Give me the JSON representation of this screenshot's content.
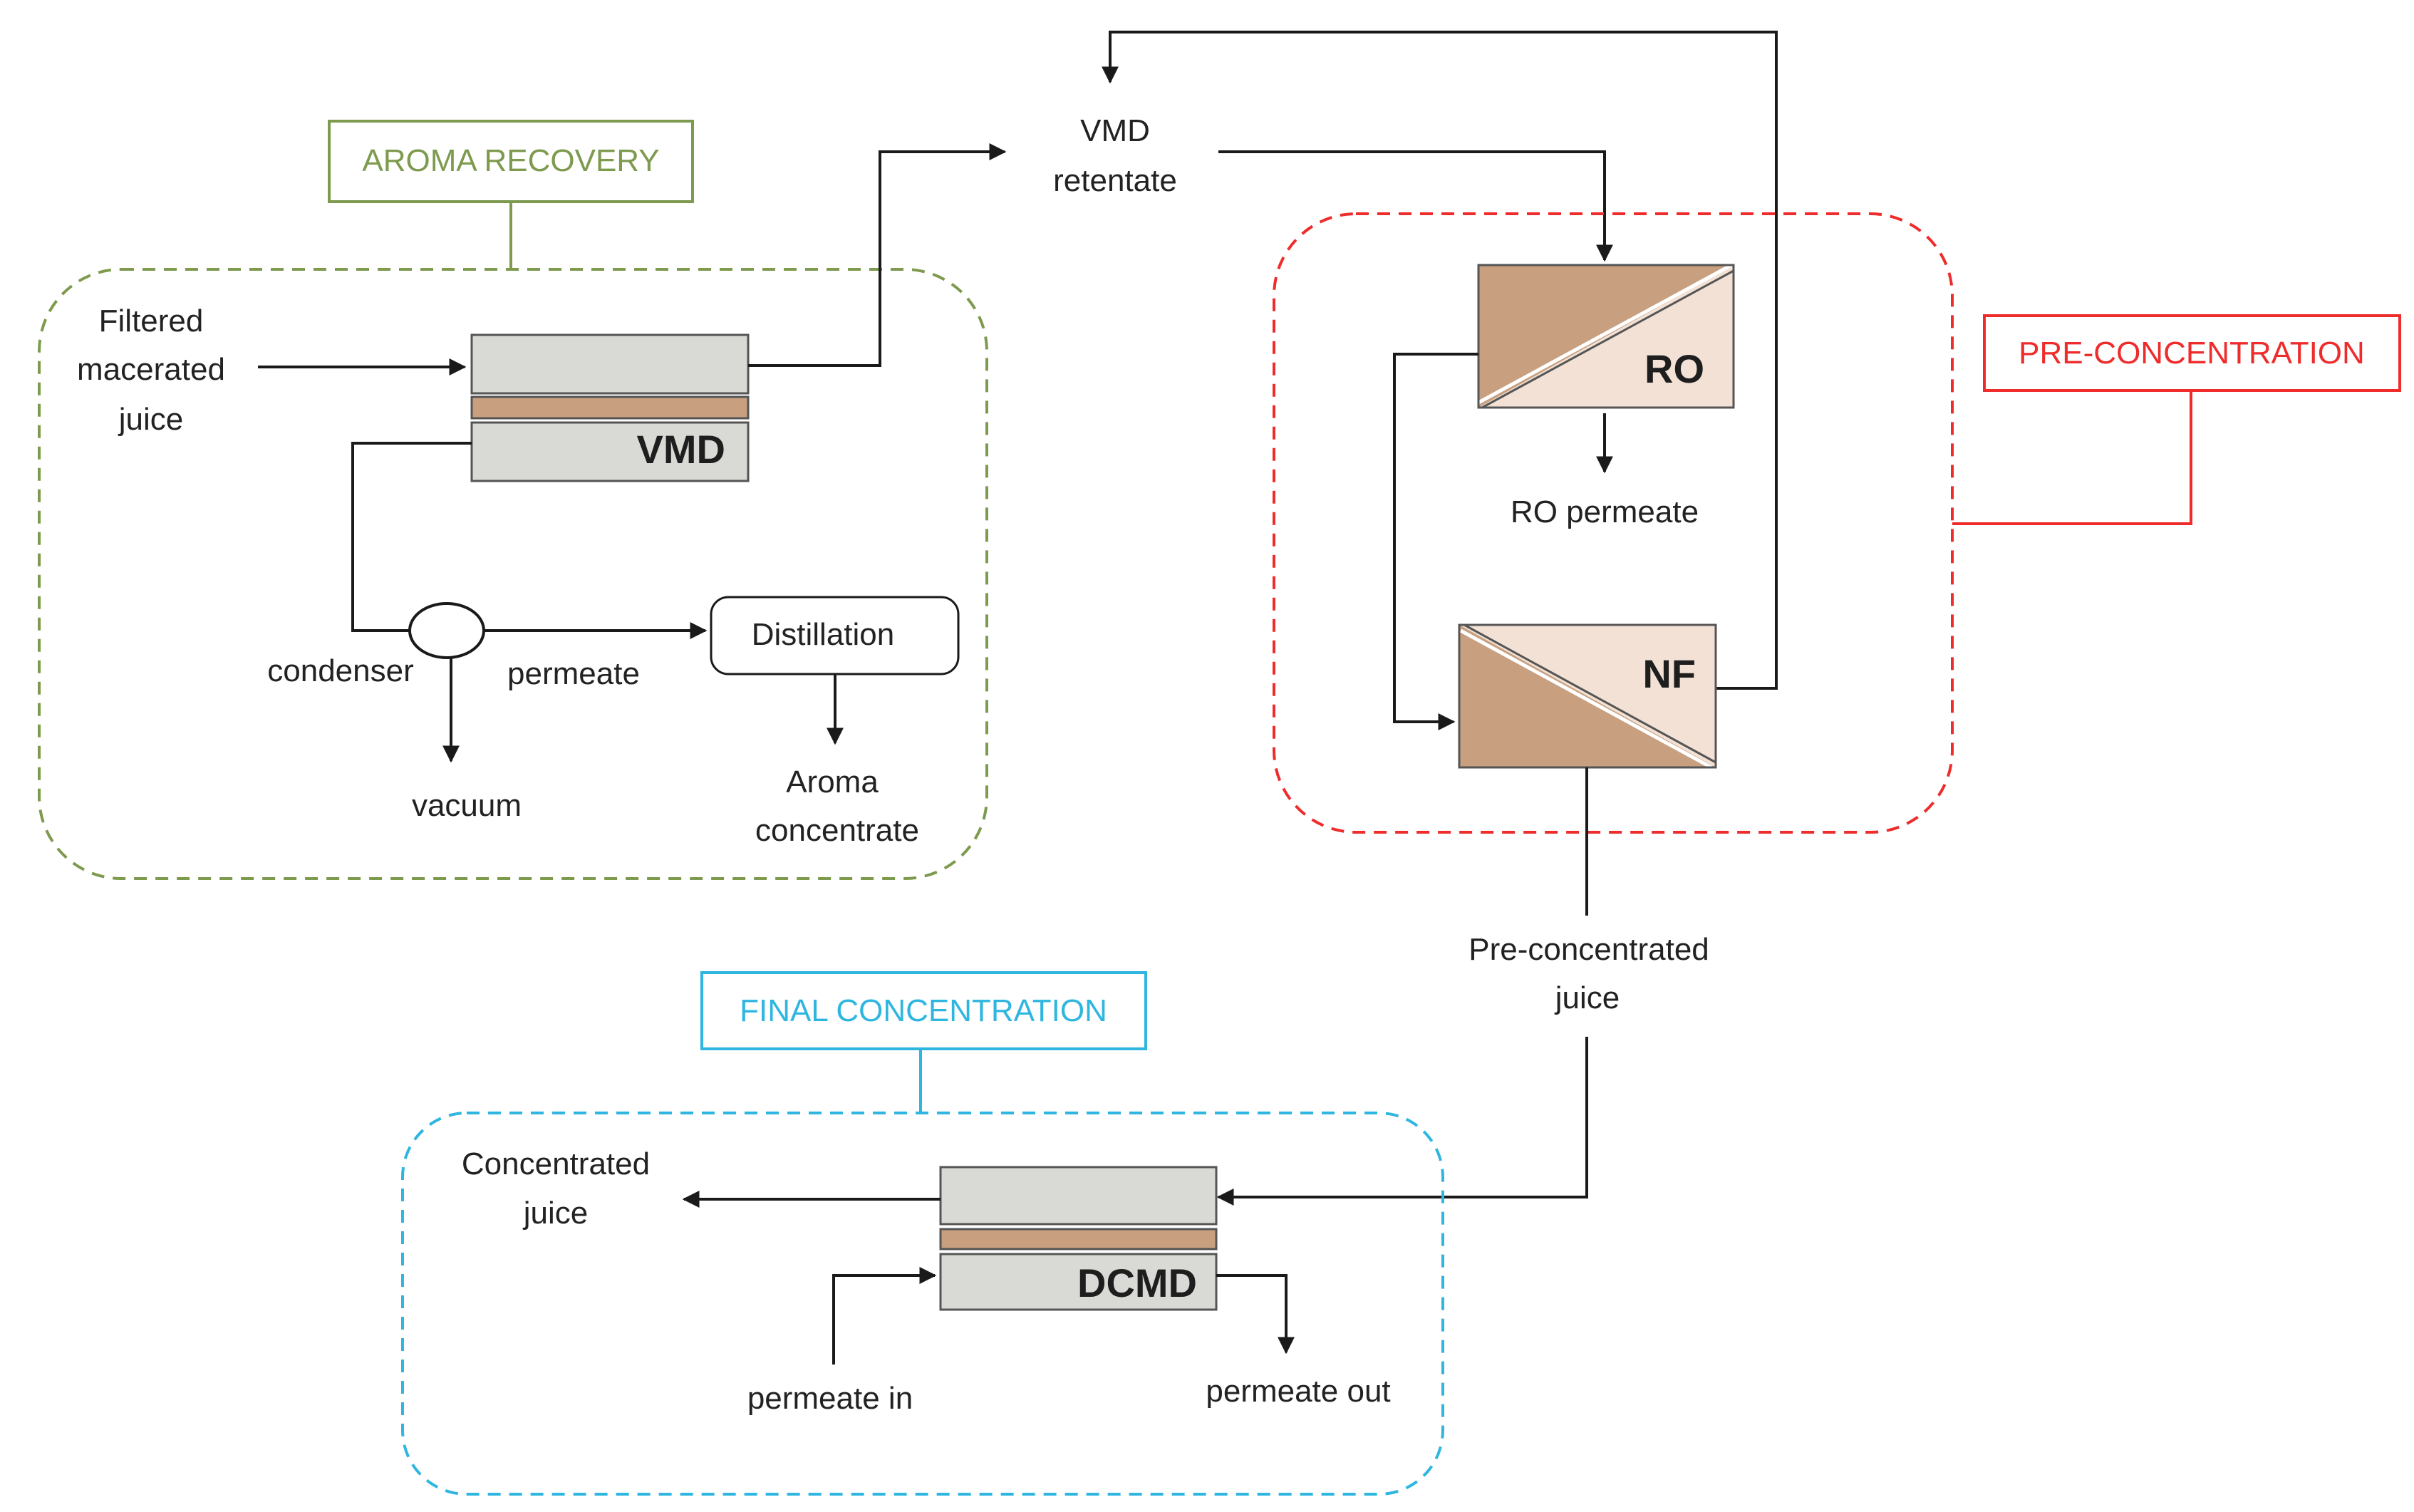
{
  "colors": {
    "aroma": "#7e9a4e",
    "pre": "#ee2c2c",
    "final": "#2fb6e0",
    "membrane": "#c8a080",
    "module_grey": "#d9d9d5",
    "module_light": "#f2e1d4"
  },
  "sections": {
    "aroma_recovery": "AROMA RECOVERY",
    "pre_concentration": "PRE-CONCENTRATION",
    "final_concentration": "FINAL CONCENTRATION"
  },
  "units": {
    "vmd": "VMD",
    "ro": "RO",
    "nf": "NF",
    "dcmd": "DCMD",
    "distillation": "Distillation"
  },
  "labels": {
    "feed": [
      "Filtered",
      "macerated",
      "juice"
    ],
    "vmd_retentate": [
      "VMD",
      "retentate"
    ],
    "condenser": "condenser",
    "permeate": "permeate",
    "vacuum": "vacuum",
    "aroma_concentrate": [
      "Aroma",
      "concentrate"
    ],
    "ro_permeate": "RO permeate",
    "pre_concentrated_juice": [
      "Pre-concentrated",
      "juice"
    ],
    "concentrated_juice": [
      "Concentrated",
      "juice"
    ],
    "permeate_in": "permeate in",
    "permeate_out": "permeate out"
  }
}
